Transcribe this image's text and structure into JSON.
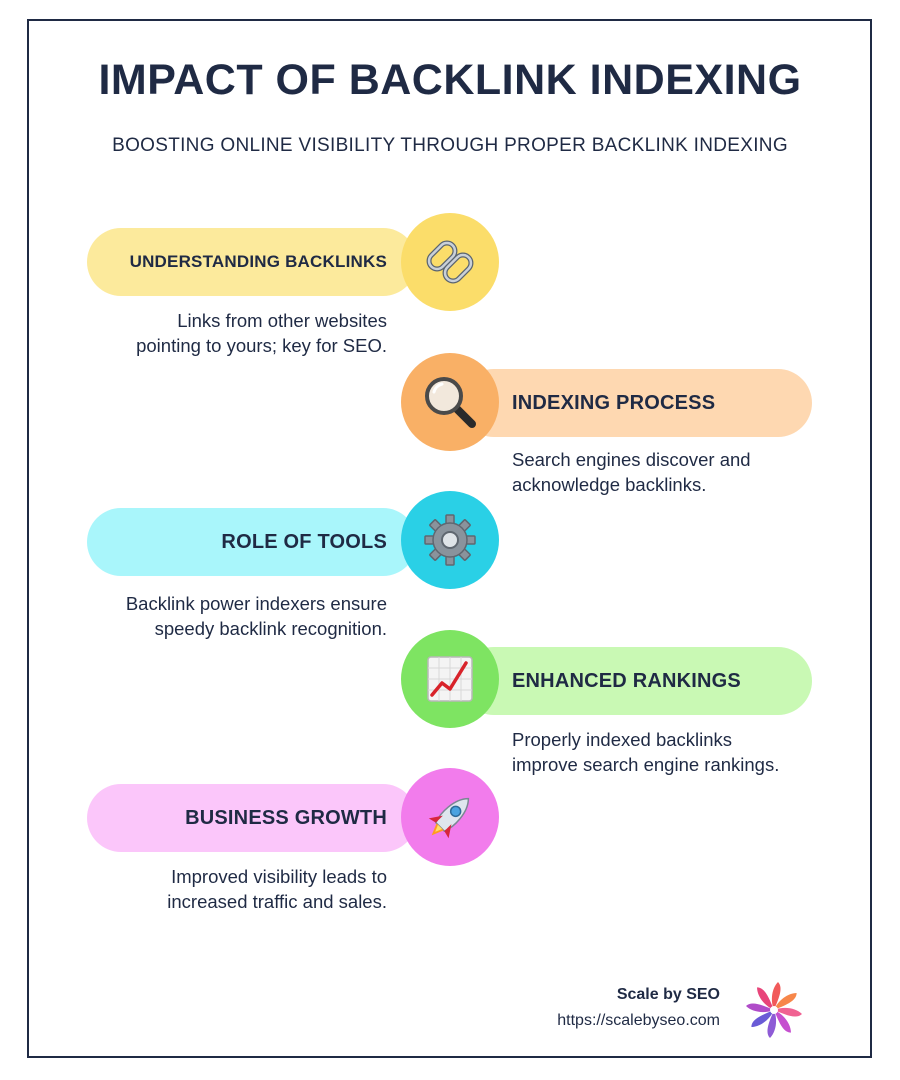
{
  "header": {
    "title": "IMPACT OF BACKLINK INDEXING",
    "subtitle": "BOOSTING ONLINE VISIBILITY THROUGH PROPER BACKLINK INDEXING"
  },
  "items": [
    {
      "label": "UNDERSTANDING BACKLINKS",
      "description": "Links from other websites pointing to yours; key for SEO.",
      "icon": "link-icon",
      "pill_color": "#fcea9c",
      "circle_color": "#fbdd6a"
    },
    {
      "label": "INDEXING PROCESS",
      "description": "Search engines discover and acknowledge backlinks.",
      "icon": "magnifying-glass-icon",
      "pill_color": "#fed8b1",
      "circle_color": "#f9b066"
    },
    {
      "label": "ROLE OF TOOLS",
      "description": "Backlink power indexers ensure speedy backlink recognition.",
      "icon": "gear-icon",
      "pill_color": "#a9f6fb",
      "circle_color": "#2ad0e6"
    },
    {
      "label": "ENHANCED RANKINGS",
      "description": "Properly indexed backlinks improve search engine rankings.",
      "icon": "chart-increasing-icon",
      "pill_color": "#c9f9b4",
      "circle_color": "#7ee462"
    },
    {
      "label": "BUSINESS GROWTH",
      "description": "Improved visibility leads to increased traffic and sales.",
      "icon": "rocket-icon",
      "pill_color": "#fbc6fa",
      "circle_color": "#f27cec"
    }
  ],
  "footer": {
    "brand": "Scale by SEO",
    "url": "https://scalebyseo.com",
    "logo_icon": "pinwheel-logo-icon"
  }
}
